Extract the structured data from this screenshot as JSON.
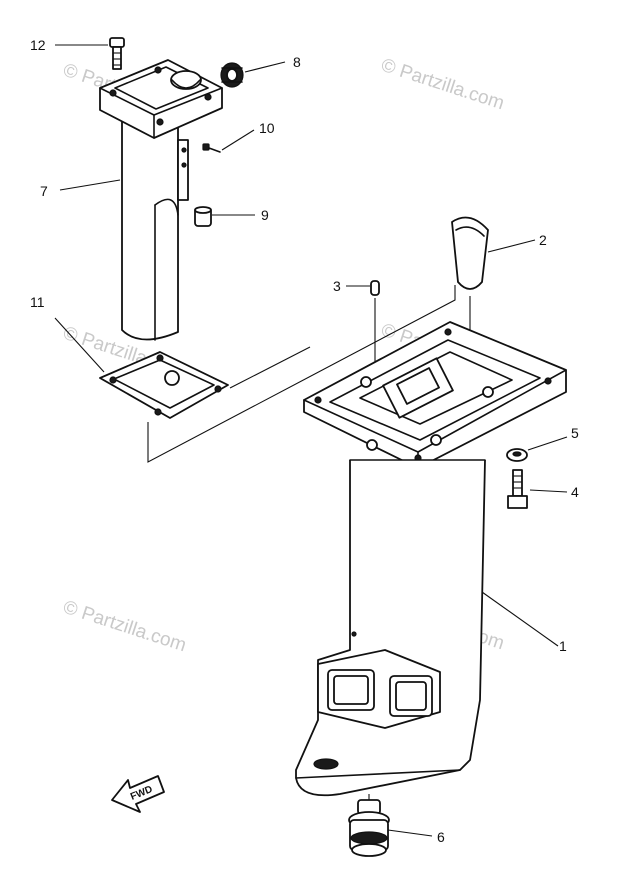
{
  "watermark": {
    "text": "© Partzilla.com"
  },
  "callouts": [
    "12",
    "8",
    "10",
    "7",
    "9",
    "2",
    "3",
    "11",
    "5",
    "4",
    "1",
    "6"
  ],
  "fwd_arrow": {
    "label": "FWD"
  }
}
